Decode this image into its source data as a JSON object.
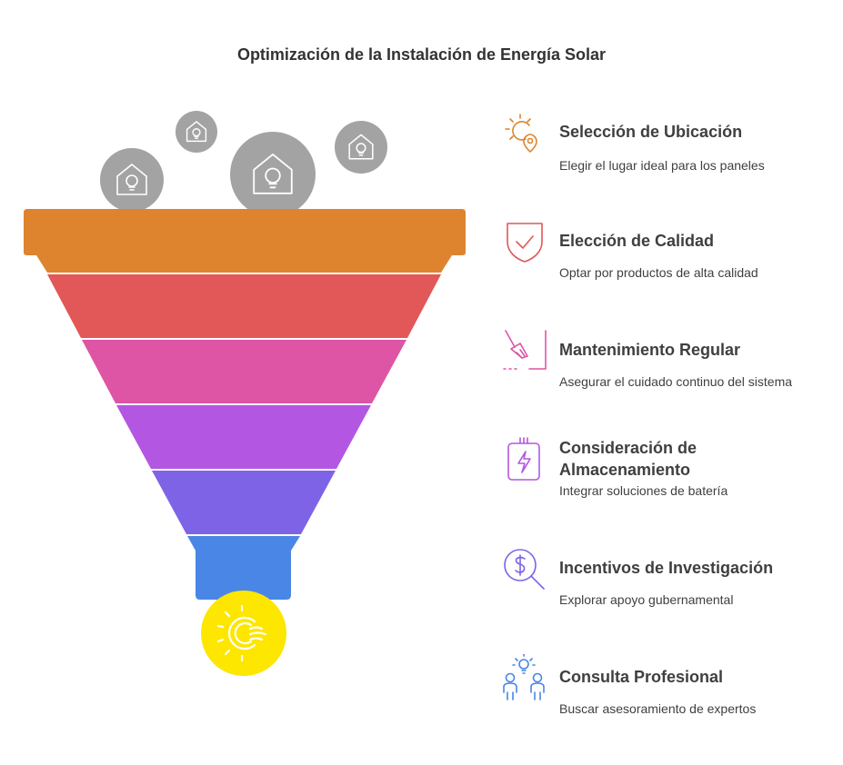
{
  "title": "Optimización de la Instalación de Energía Solar",
  "colors": {
    "background": "#ffffff",
    "text": "#3f3f3f",
    "bubble": "#a3a3a3",
    "bulb": "#fde600"
  },
  "funnel_bubbles": [
    {
      "icon": "house-lightbulb-icon"
    },
    {
      "icon": "house-lightbulb-icon"
    },
    {
      "icon": "house-lightbulb-icon"
    },
    {
      "icon": "house-lightbulb-icon"
    }
  ],
  "funnel_output": {
    "icon": "sun-wind-icon",
    "color": "#fde600"
  },
  "steps": [
    {
      "heading": "Selección de Ubicación",
      "description": "Elegir el lugar ideal para los paneles",
      "color": "#de842f",
      "icon": "sun-location-pin-icon"
    },
    {
      "heading": "Elección de Calidad",
      "description": "Optar por productos de alta calidad",
      "color": "#e25757",
      "icon": "shield-check-icon"
    },
    {
      "heading": "Mantenimiento Regular",
      "description": "Asegurar el cuidado continuo del sistema",
      "color": "#dd55a4",
      "icon": "broom-icon"
    },
    {
      "heading": "Consideración de Almacenamiento",
      "description": "Integrar soluciones de batería",
      "color": "#b357e2",
      "icon": "battery-bolt-icon"
    },
    {
      "heading": "Incentivos de Investigación",
      "description": "Explorar apoyo gubernamental",
      "color": "#7e63e6",
      "icon": "dollar-search-icon"
    },
    {
      "heading": "Consulta Profesional",
      "description": "Buscar asesoramiento de expertos",
      "color": "#4a86e5",
      "icon": "people-idea-icon"
    }
  ]
}
